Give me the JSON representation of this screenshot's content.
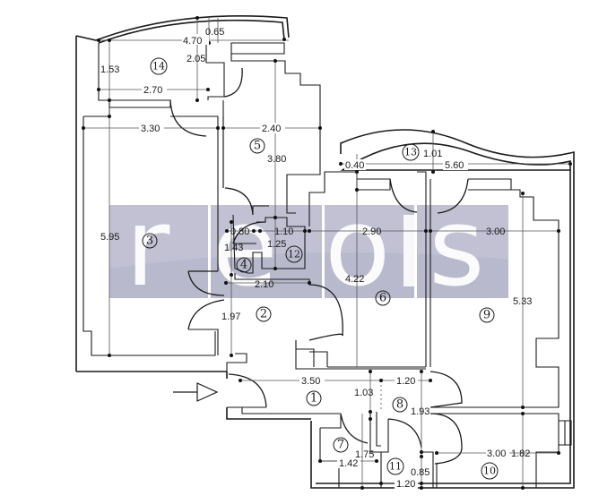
{
  "plan": {
    "watermark": {
      "text": "reois",
      "letters": [
        "r",
        "e",
        "o",
        "i",
        "s"
      ],
      "block_color": "#a9a9c2",
      "letter_color": "#ffffff"
    },
    "entrance_arrow": "arrow-right-icon",
    "rooms": [
      {
        "id": "1",
        "label": "1"
      },
      {
        "id": "2",
        "label": "2"
      },
      {
        "id": "3",
        "label": "3"
      },
      {
        "id": "4",
        "label": "4"
      },
      {
        "id": "5",
        "label": "5"
      },
      {
        "id": "6",
        "label": "6"
      },
      {
        "id": "7",
        "label": "7"
      },
      {
        "id": "8",
        "label": "8"
      },
      {
        "id": "9",
        "label": "9"
      },
      {
        "id": "10",
        "label": "10"
      },
      {
        "id": "11",
        "label": "11"
      },
      {
        "id": "12",
        "label": "12"
      },
      {
        "id": "13",
        "label": "13"
      },
      {
        "id": "14",
        "label": "14"
      }
    ],
    "dimensions": {
      "d_470": "4.70",
      "d_065": "0.65",
      "d_153": "1.53",
      "d_205": "2.05",
      "d_270": "2.70",
      "d_330": "3.30",
      "d_240": "2.40",
      "d_380": "3.80",
      "d_101": "1.01",
      "d_040": "0.40",
      "d_560": "5.60",
      "d_595": "5.95",
      "d_080": "0.80",
      "d_110": "1.10",
      "d_143": "1.43",
      "d_125": "1.25",
      "d_210": "2.10",
      "d_290": "2.90",
      "d_300a": "3.00",
      "d_422": "4.22",
      "d_533": "5.33",
      "d_197": "1.97",
      "d_350": "3.50",
      "d_120a": "1.20",
      "d_103": "1.03",
      "d_193": "1.93",
      "d_175": "1.75",
      "d_142": "1.42",
      "d_300b": "3.00",
      "d_182": "1.82",
      "d_085": "0.85",
      "d_120b": "1.20"
    }
  }
}
